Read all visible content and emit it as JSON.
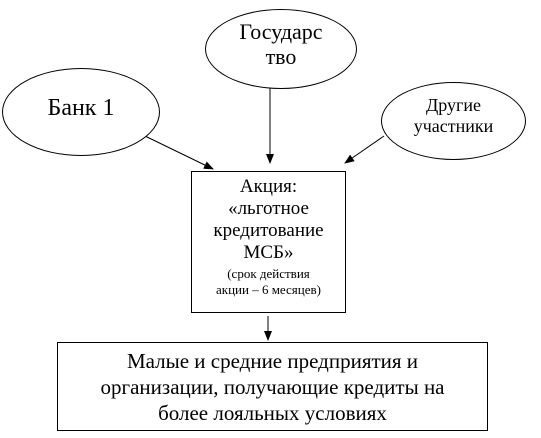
{
  "nodes": {
    "bank": {
      "label": "Банк 1"
    },
    "state": {
      "label_line1": "Государс",
      "label_line2": "тво"
    },
    "others": {
      "label_line1": "Другие",
      "label_line2": "участники"
    },
    "promo": {
      "title": "Акция:",
      "name_line1": "«льготное",
      "name_line2": "кредитование",
      "name_line3": "МСБ»",
      "note_line1": "(срок действия",
      "note_line2": "акции – 6 месяцев)"
    },
    "recipients": {
      "line1": "Малые и средние предприятия и",
      "line2": "организации, получающие кредиты на",
      "line3": "более лояльных условиях"
    }
  }
}
